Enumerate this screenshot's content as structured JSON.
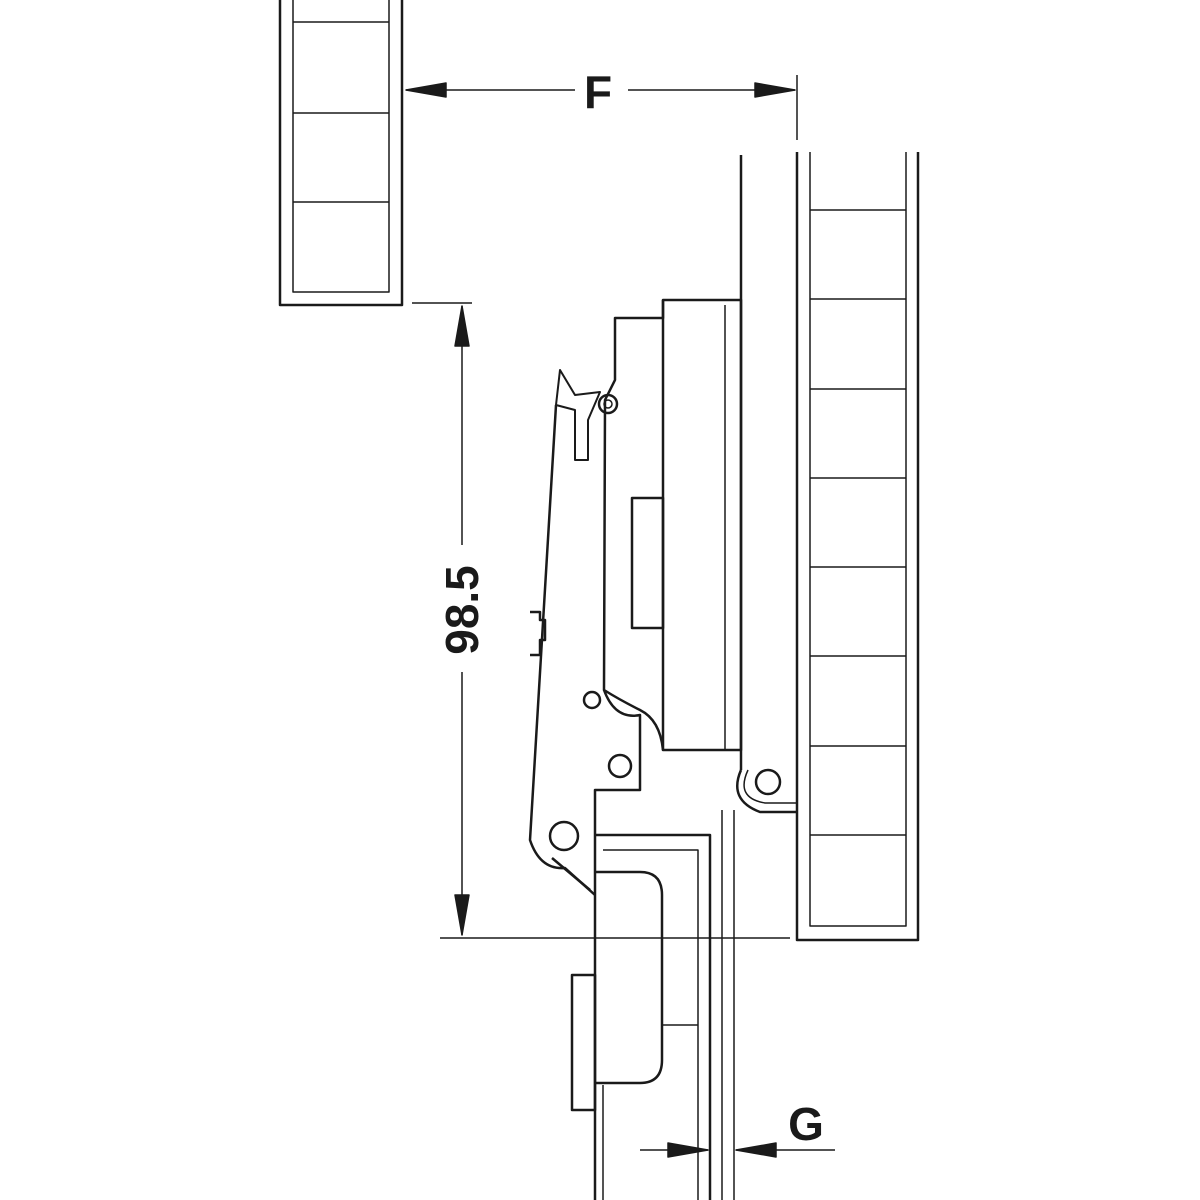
{
  "diagram": {
    "dimension_labels": {
      "F": "F",
      "height": "98.5",
      "G": "G"
    },
    "colors": {
      "line": "#1a1a1a",
      "background": "#ffffff"
    }
  }
}
